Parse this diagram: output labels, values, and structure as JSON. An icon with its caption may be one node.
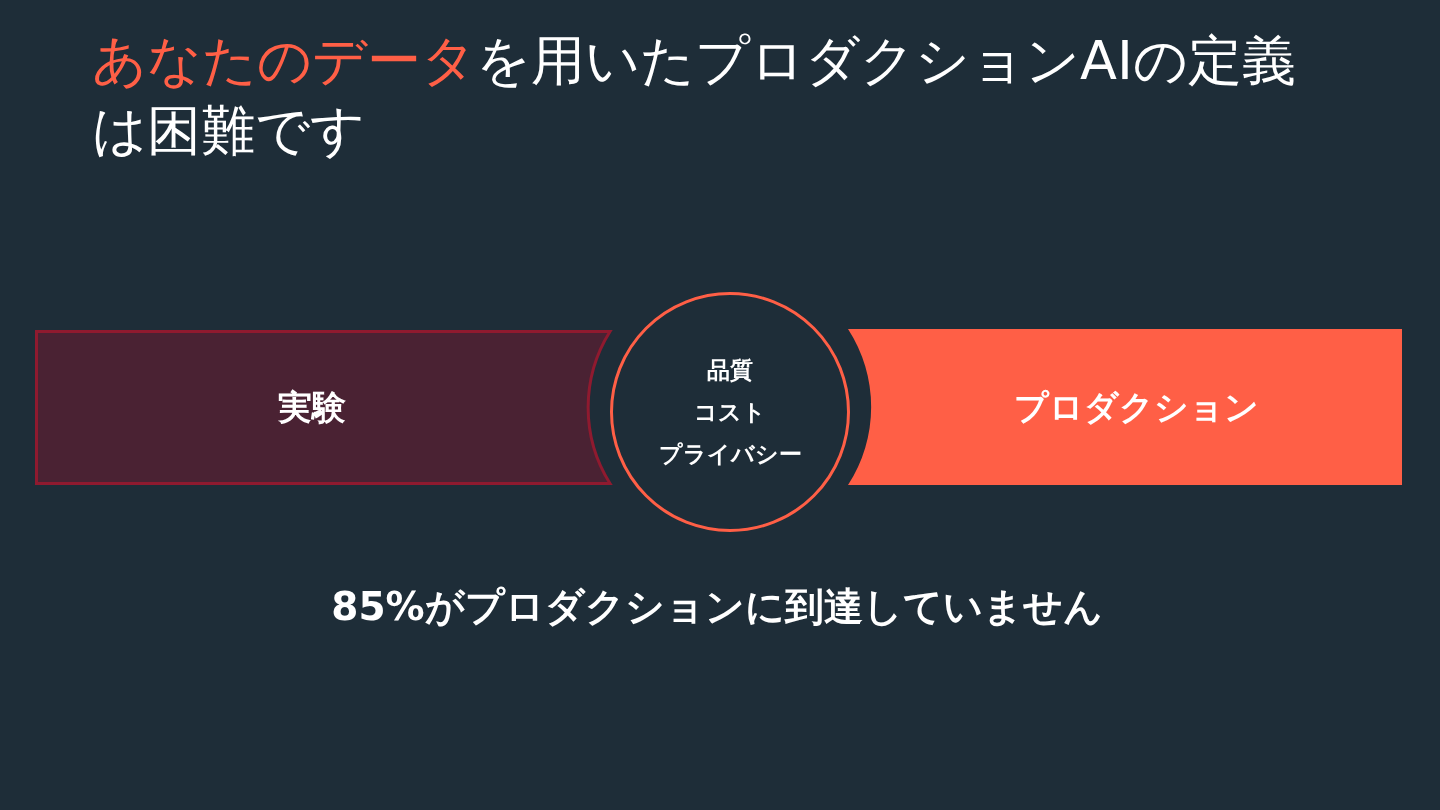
{
  "diagram": {
    "title": "**あなたのデータ**を用いたプロダクションAIの定義は困難です",
    "nodes": [
      {
        "text": [
          "実験"
        ]
      },
      {
        "text": [
          "品質",
          "コスト",
          "プライバシー"
        ]
      },
      {
        "text": [
          "プロダクション"
        ]
      }
    ],
    "labels": [
      "85%がプロダクションに到達していません"
    ]
  }
}
